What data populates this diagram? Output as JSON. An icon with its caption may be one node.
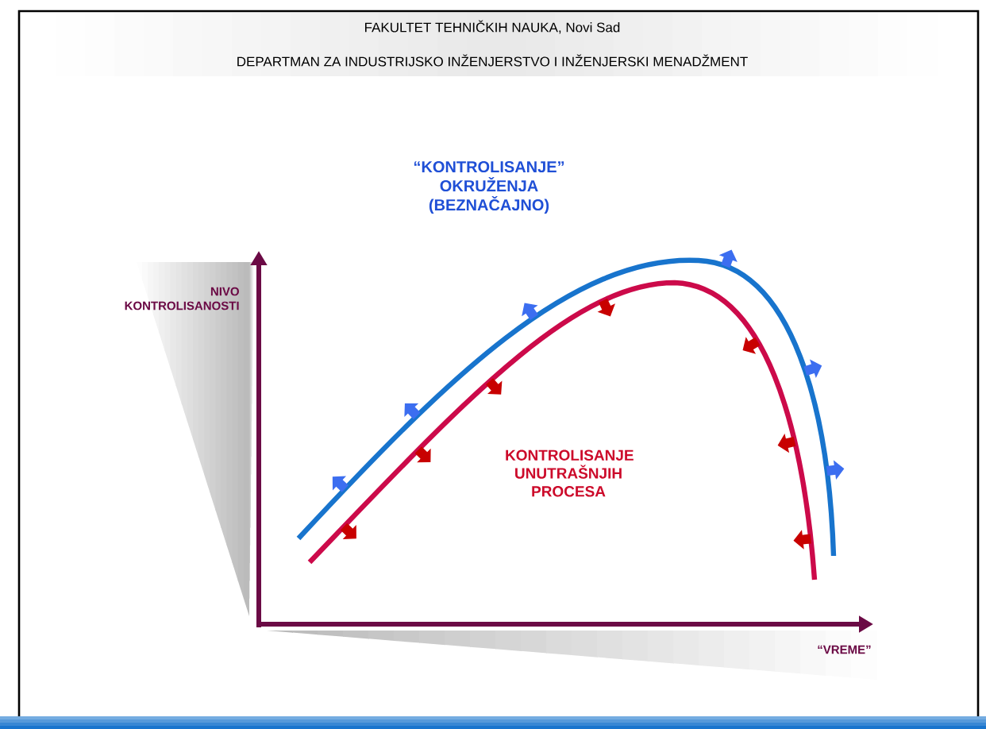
{
  "diagram": {
    "labels": [
      "FAKULTET TEHNIČKIH NAUKA, Novi Sad",
      "DEPARTMAN ZA INDUSTRIJSKO INŽENJERSTVO I INŽENJERSKI MENADŽMENT",
      "“KONTROLISANJE” OKRUŽENJA (BEZNAČAJNO)",
      "NIVO KONTROLISANOSTI",
      "KONTROLISANJE UNUTRAŠNJIH PROCESA",
      "“VREME”"
    ]
  }
}
